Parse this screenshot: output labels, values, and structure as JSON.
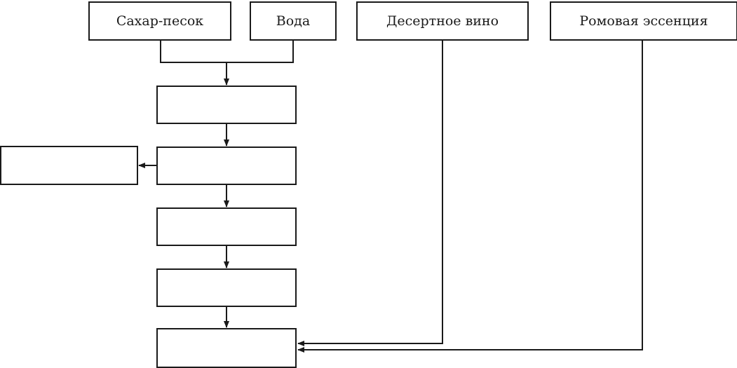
{
  "diagram": {
    "ingredients": [
      {
        "label": "Сахар-песок"
      },
      {
        "label": "Вода"
      },
      {
        "label": "Десертное вино"
      },
      {
        "label": "Ромовая эссенция"
      }
    ],
    "process_steps": [
      {
        "label": ""
      },
      {
        "label": ""
      },
      {
        "label": ""
      },
      {
        "label": ""
      },
      {
        "label": ""
      }
    ],
    "side_output": {
      "label": ""
    }
  },
  "colors": {
    "line": "#1a1a1a",
    "background": "#ffffff"
  }
}
